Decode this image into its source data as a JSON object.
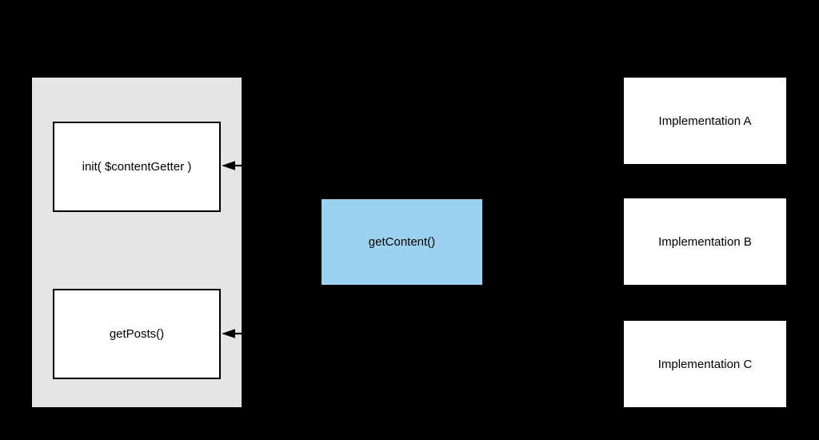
{
  "colors": {
    "background": "#000000",
    "container_fill": "#E5E5E5",
    "node_fill": "#FFFFFF",
    "accent_fill": "#9CD2F0",
    "border": "#000000",
    "text": "#000000"
  },
  "diagram": {
    "nodes": {
      "init": {
        "label": "init( $contentGetter )"
      },
      "get_posts": {
        "label": "getPosts()"
      },
      "get_content": {
        "label": "getContent()"
      },
      "impl_a": {
        "label": "Implementation A"
      },
      "impl_b": {
        "label": "Implementation B"
      },
      "impl_c": {
        "label": "Implementation C"
      }
    },
    "arrows": [
      {
        "name": "arrow-to-init",
        "direction": "left",
        "target": "init"
      },
      {
        "name": "arrow-to-getposts",
        "direction": "left",
        "target": "get_posts"
      }
    ]
  }
}
